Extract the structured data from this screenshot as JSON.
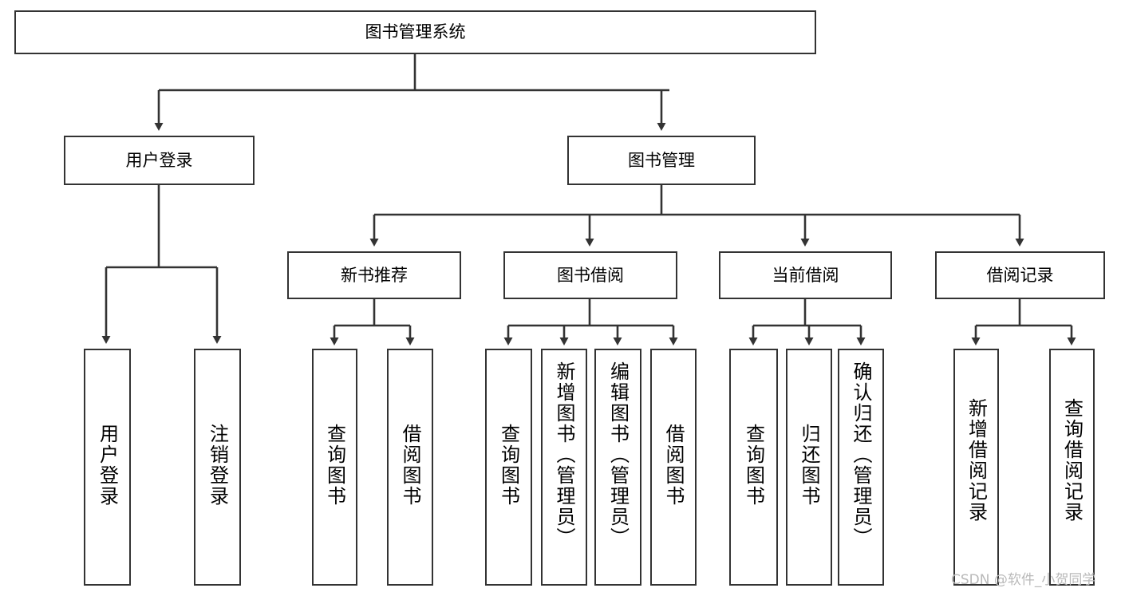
{
  "diagram": {
    "type": "tree",
    "title_node": {
      "label": "图书管理系统"
    },
    "level1": [
      {
        "id": "user-login",
        "label": "用户登录"
      },
      {
        "id": "book-management",
        "label": "图书管理"
      }
    ],
    "level2": [
      {
        "id": "new-book-recommend",
        "label": "新书推荐",
        "parent": "book-management"
      },
      {
        "id": "book-borrow",
        "label": "图书借阅",
        "parent": "book-management"
      },
      {
        "id": "current-borrow",
        "label": "当前借阅",
        "parent": "book-management"
      },
      {
        "id": "borrow-record",
        "label": "借阅记录",
        "parent": "book-management"
      }
    ],
    "leaves": [
      {
        "id": "leaf-user-login",
        "label": "用户登录",
        "parent": "user-login"
      },
      {
        "id": "leaf-user-logout",
        "label": "注销登录",
        "parent": "user-login"
      },
      {
        "id": "leaf-query-book-1",
        "label": "查询图书",
        "parent": "new-book-recommend"
      },
      {
        "id": "leaf-borrow-book-1",
        "label": "借阅图书",
        "parent": "new-book-recommend"
      },
      {
        "id": "leaf-query-book-2",
        "label": "查询图书",
        "parent": "book-borrow"
      },
      {
        "id": "leaf-add-book",
        "label": "新增图书（管理员）",
        "parent": "book-borrow"
      },
      {
        "id": "leaf-edit-book",
        "label": "编辑图书（管理员）",
        "parent": "book-borrow"
      },
      {
        "id": "leaf-borrow-book-2",
        "label": "借阅图书",
        "parent": "book-borrow"
      },
      {
        "id": "leaf-query-book-3",
        "label": "查询图书",
        "parent": "current-borrow"
      },
      {
        "id": "leaf-return-book",
        "label": "归还图书",
        "parent": "current-borrow"
      },
      {
        "id": "leaf-confirm-return",
        "label": "确认归还（管理员）",
        "parent": "current-borrow"
      },
      {
        "id": "leaf-add-record",
        "label": "新增借阅记录",
        "parent": "borrow-record"
      },
      {
        "id": "leaf-query-record",
        "label": "查询借阅记录",
        "parent": "borrow-record"
      }
    ],
    "watermark": "CSDN @软件_小贺同学",
    "colors": {
      "stroke": "#333333",
      "background": "#ffffff",
      "text": "#000000",
      "watermark": "#b9b9b9"
    }
  }
}
